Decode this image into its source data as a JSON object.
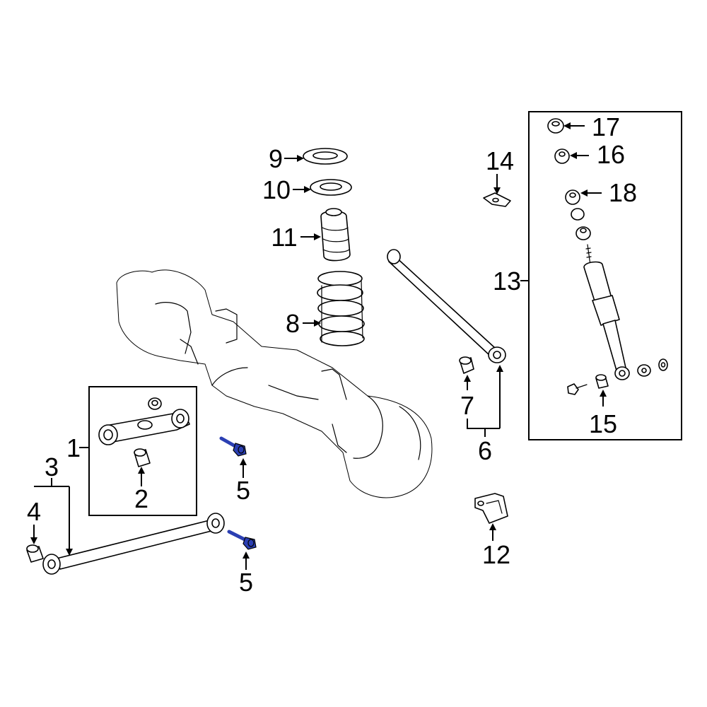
{
  "callouts": {
    "c1": "1",
    "c2": "2",
    "c3": "3",
    "c4": "4",
    "c5a": "5",
    "c5b": "5",
    "c6": "6",
    "c7": "7",
    "c8": "8",
    "c9": "9",
    "c10": "10",
    "c11": "11",
    "c12": "12",
    "c13": "13",
    "c14": "14",
    "c15": "15",
    "c16": "16",
    "c17": "17",
    "c18": "18"
  },
  "colors": {
    "highlight": "#2b3fb3",
    "line": "#000000",
    "background": "#ffffff"
  }
}
